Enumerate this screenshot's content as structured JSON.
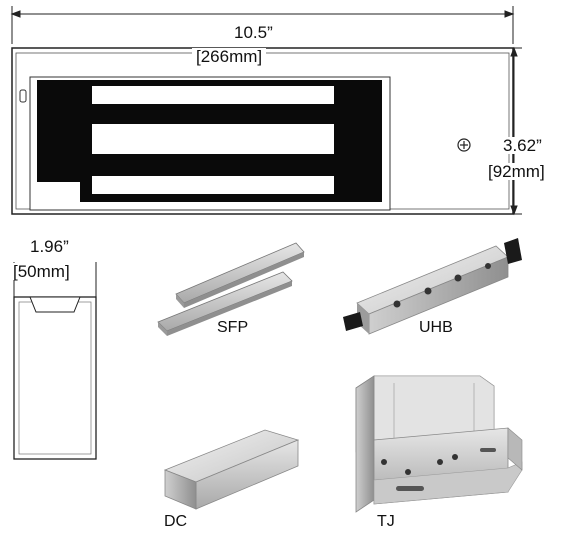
{
  "dimensions": {
    "width_in": "10.5”",
    "width_mm": "[266mm]",
    "height_in": "3.62”",
    "height_mm": "[92mm]",
    "depth_in": "1.96”",
    "depth_mm": "[50mm]"
  },
  "accessories": {
    "sfp": "SFP",
    "uhb": "UHB",
    "dc": "DC",
    "tj": "TJ"
  }
}
